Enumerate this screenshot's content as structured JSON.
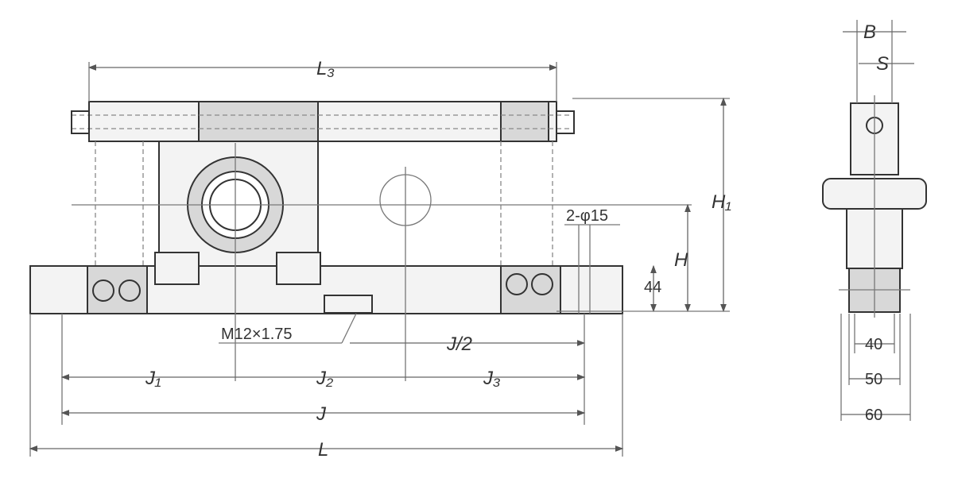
{
  "labels": {
    "L3": "L₃",
    "H1": "H₁",
    "H": "H",
    "holes": "2-φ15",
    "h44": "44",
    "thread": "M12×1.75",
    "J_half": "J/2",
    "J1": "J₁",
    "J2": "J₂",
    "J3": "J₃",
    "J": "J",
    "L": "L",
    "B": "B",
    "S": "S",
    "w40": "40",
    "w50": "50",
    "w60": "60"
  }
}
